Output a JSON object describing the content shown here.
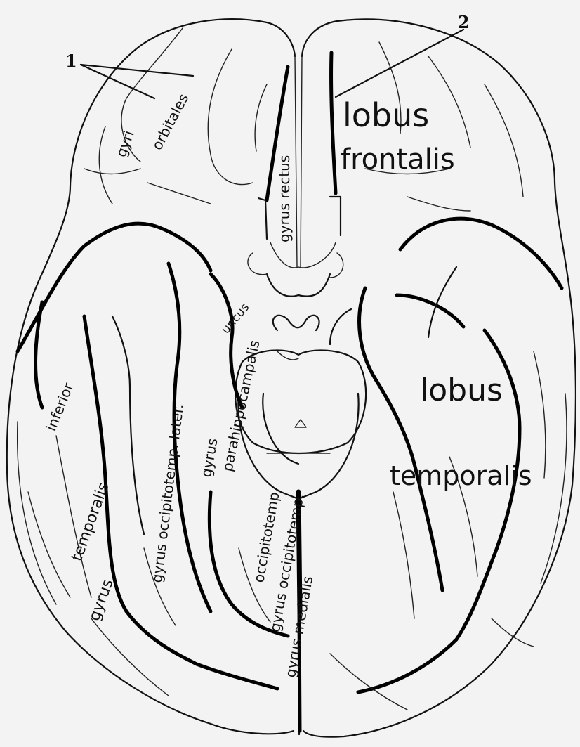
{
  "labels": {
    "pointer_1": "1",
    "pointer_2": "2",
    "gyri": "gyri",
    "orbitales": "orbitales",
    "gyrus_rectus": "gyrus rectus",
    "lobus_frontalis_1": "lobus",
    "lobus_frontalis_2": "frontalis",
    "uncus": "uncus",
    "gyrus_parahippocampalis_1": "gyrus",
    "gyrus_parahippocampalis_2": "parahippocampalis",
    "occipitotemp_later": "gyrus occipitotemp. later.",
    "inferior": "inferior",
    "temporalis": "temporalis",
    "gyrus_left": "gyrus",
    "occipitotemp_medialis_1": "occipitotemp.",
    "occipitotemp_medialis_2": "gyrus occipitotemp.",
    "occipitotemp_medialis_3": "gyrus medialis",
    "lobus_temporalis_1": "lobus",
    "lobus_temporalis_2": "temporalis"
  }
}
